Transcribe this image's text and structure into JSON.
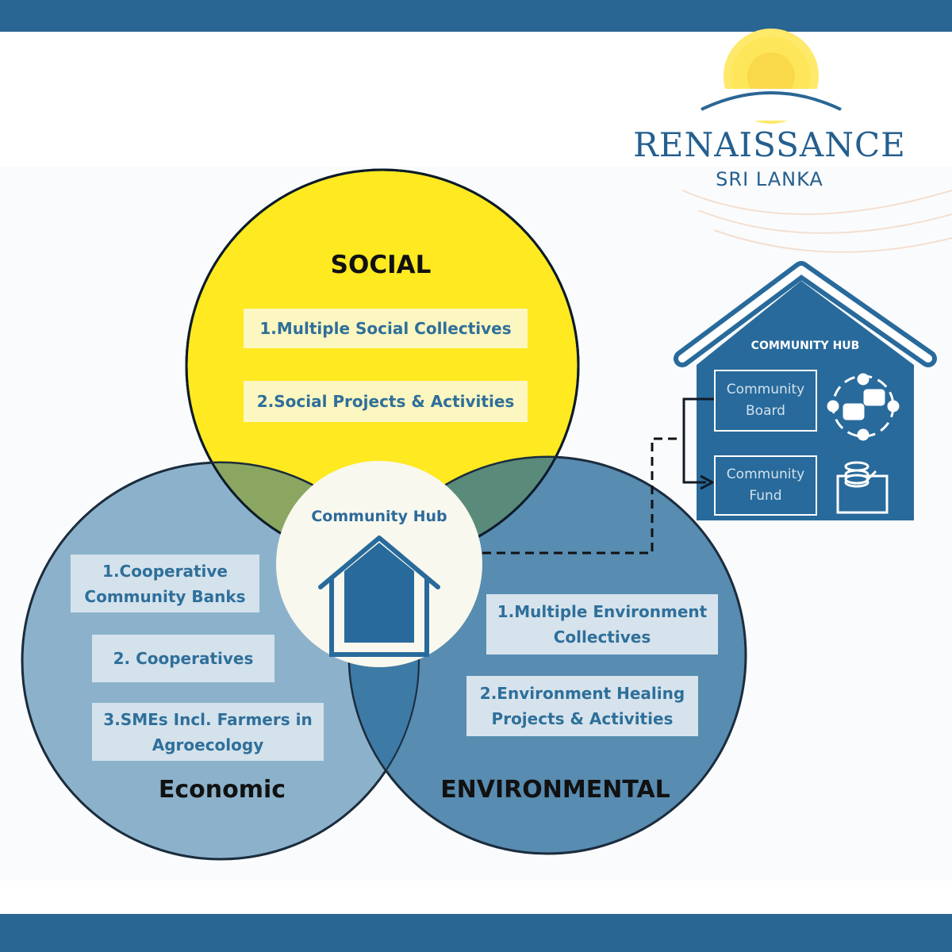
{
  "brand": {
    "name": "RENAISSANCE",
    "subtitle": "SRI LANKA"
  },
  "circles": {
    "social": {
      "heading": "SOCIAL",
      "items": [
        "1.Multiple Social Collectives",
        "2.Social Projects & Activities"
      ],
      "color": "#ffe921"
    },
    "economic": {
      "heading": "Economic",
      "items": [
        "1.Cooperative Community Banks",
        "2. Cooperatives",
        "3.SMEs Incl. Farmers in Agroecology"
      ],
      "color": "#8ab0ca"
    },
    "environmental": {
      "heading": "ENVIRONMENTAL",
      "items": [
        "1.Multiple Environment Collectives",
        "2.Environment Healing Projects & Activities"
      ],
      "color": "#5a8db3"
    }
  },
  "hub": {
    "label": "Community Hub"
  },
  "hub_detail": {
    "title": "COMMUNITY HUB",
    "board_label": "Community Board",
    "fund_label": "Community Fund"
  },
  "colors": {
    "brand_blue": "#2a6694",
    "house_blue": "#286a9b"
  }
}
